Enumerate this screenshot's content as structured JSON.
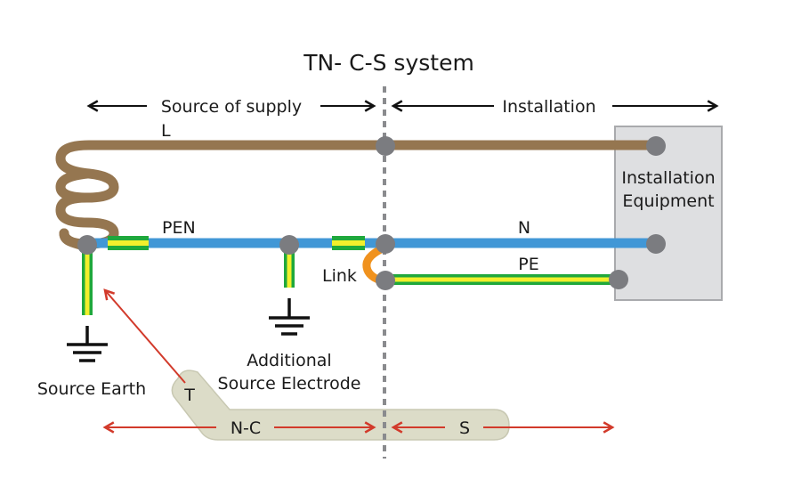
{
  "title": "TN- C-S system",
  "regions": {
    "source": "Source of supply",
    "installation": "Installation"
  },
  "conductors": {
    "line": "L",
    "pen": "PEN",
    "neutral": "N",
    "protective_earth": "PE",
    "link": "Link"
  },
  "equipment": {
    "line1": "Installation",
    "line2": "Equipment"
  },
  "earths": {
    "source_earth": "Source Earth",
    "additional_line1": "Additional",
    "additional_line2": "Source Electrode"
  },
  "code": {
    "t": "T",
    "nc": "N-C",
    "s": "S"
  },
  "colors": {
    "line_brown": "#957650",
    "neutral_blue": "#4197d6",
    "earth_green": "#1fa83c",
    "earth_yellow": "#f2ef2c",
    "link_orange": "#f0921e",
    "node_gray": "#7b7c80",
    "box_fill": "#dedfe1",
    "box_stroke": "#a9aaad",
    "arrow_red": "#d23a2b",
    "code_fill": "#dcdcc8"
  }
}
